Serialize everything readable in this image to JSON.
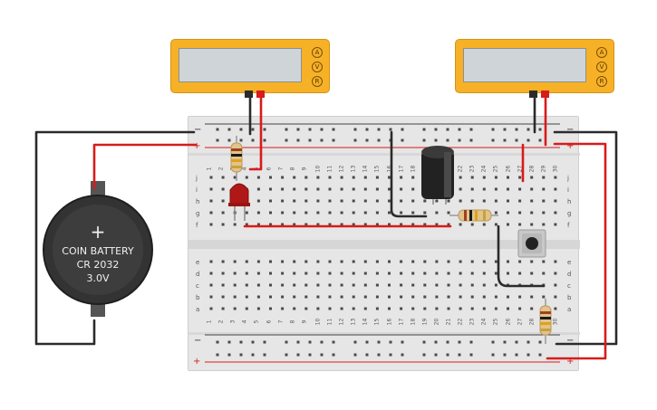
{
  "meters": [
    {
      "buttons": [
        "A",
        "V",
        "R"
      ]
    },
    {
      "buttons": [
        "A",
        "V",
        "R"
      ]
    }
  ],
  "battery": {
    "line1": "COIN BATTERY",
    "line2": "CR 2032",
    "line3": "3.0V",
    "plus_symbol": "+"
  },
  "breadboard": {
    "rail_minus": "−",
    "rail_plus": "+",
    "top_row_letters": [
      "j",
      "i",
      "h",
      "g",
      "f"
    ],
    "bottom_row_letters": [
      "e",
      "d",
      "c",
      "b",
      "a"
    ],
    "column_numbers": [
      "1",
      "2",
      "3",
      "4",
      "5",
      "6",
      "7",
      "8",
      "9",
      "10",
      "11",
      "12",
      "13",
      "14",
      "15",
      "16",
      "17",
      "18",
      "19",
      "20",
      "21",
      "22",
      "23",
      "24",
      "25",
      "26",
      "27",
      "28",
      "29",
      "30"
    ]
  },
  "colors": {
    "wire_red": "#d81b1b",
    "wire_black": "#2b2b2b",
    "meter_body": "#f6b127",
    "breadboard": "#e8e8e8",
    "battery": "#333333",
    "led": "#b01818",
    "capacitor": "#222222"
  }
}
